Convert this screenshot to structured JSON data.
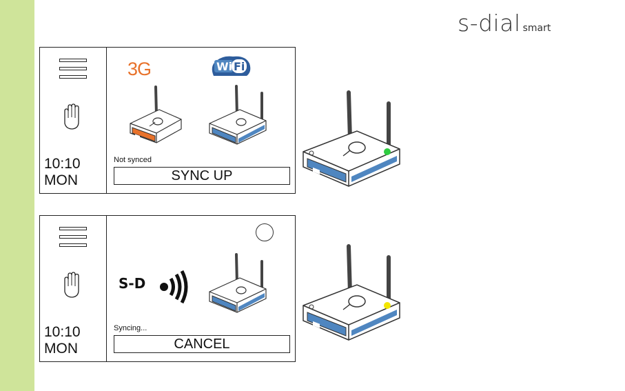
{
  "brand": {
    "name": "s-dial",
    "suffix": "smart"
  },
  "screens": [
    {
      "menu_icon": "hamburger-menu-icon",
      "hand_icon": "hand-icon",
      "time": "10:10",
      "day": "MON",
      "badges": [
        "3G",
        "Wi",
        "Fi"
      ],
      "status": "Not synced",
      "button": "SYNC UP"
    },
    {
      "menu_icon": "hamburger-menu-icon",
      "hand_icon": "hand-icon",
      "time": "10:10",
      "day": "MON",
      "device_label": "S-D",
      "status": "Syncing...",
      "button": "CANCEL"
    }
  ],
  "colors": {
    "sidebar": "#cfe49a",
    "orange_3g": "#e8722b",
    "wifi_blue": "#2e5d9c",
    "router_blue": "#4f86c0",
    "led_green": "#2ecc40",
    "led_yellow": "#f2e600"
  },
  "routers": [
    {
      "led_state": "green"
    },
    {
      "led_state": "yellow"
    }
  ]
}
